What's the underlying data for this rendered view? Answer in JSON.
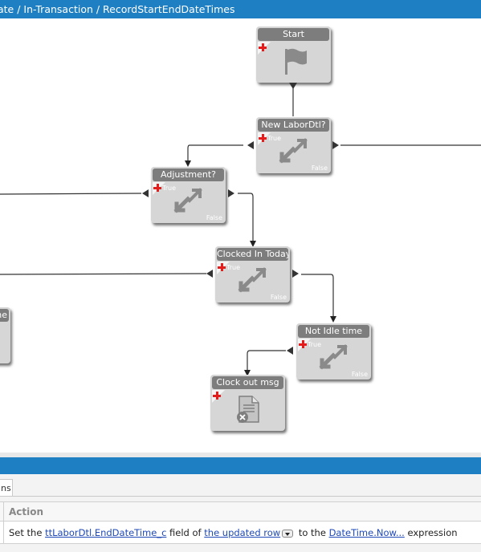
{
  "header": {
    "breadcrumb": "ate / In-Transaction / RecordStartEndDateTimes"
  },
  "workflow": {
    "nodes": [
      {
        "id": "start",
        "title": "Start",
        "icon": "flag-icon"
      },
      {
        "id": "new-labordtl",
        "title": "New LaborDtl?",
        "true_label": "True",
        "false_label": "False",
        "icon": "condition-icon"
      },
      {
        "id": "adjustment",
        "title": "Adjustment?",
        "true_label": "True",
        "false_label": "False",
        "icon": "condition-icon"
      },
      {
        "id": "clocked-in-today",
        "title": "Clocked In Today?",
        "true_label": "True",
        "false_label": "False",
        "icon": "condition-icon"
      },
      {
        "id": "not-idle-time",
        "title": "Not Idle time",
        "true_label": "True",
        "false_label": "False",
        "icon": "condition-icon"
      },
      {
        "id": "clock-out-msg",
        "title": "Clock out msg",
        "icon": "message-error-icon"
      }
    ],
    "partial_node_title": "ne"
  },
  "bottom_panel": {
    "tab_label": "ns",
    "grid": {
      "column_header": "Action",
      "row": {
        "p1": "Set the ",
        "link1": "ttLaborDtl.EndDateTime_c",
        "p2": " field of ",
        "link2": "the updated row",
        "p3": " to the ",
        "link3": "DateTime.Now...",
        "p4": " expression"
      }
    }
  },
  "colors": {
    "accent": "#1f7fc3",
    "node_fill": "#d6d6d6",
    "node_header": "#7d7d7d",
    "plus": "#e51c1c"
  }
}
